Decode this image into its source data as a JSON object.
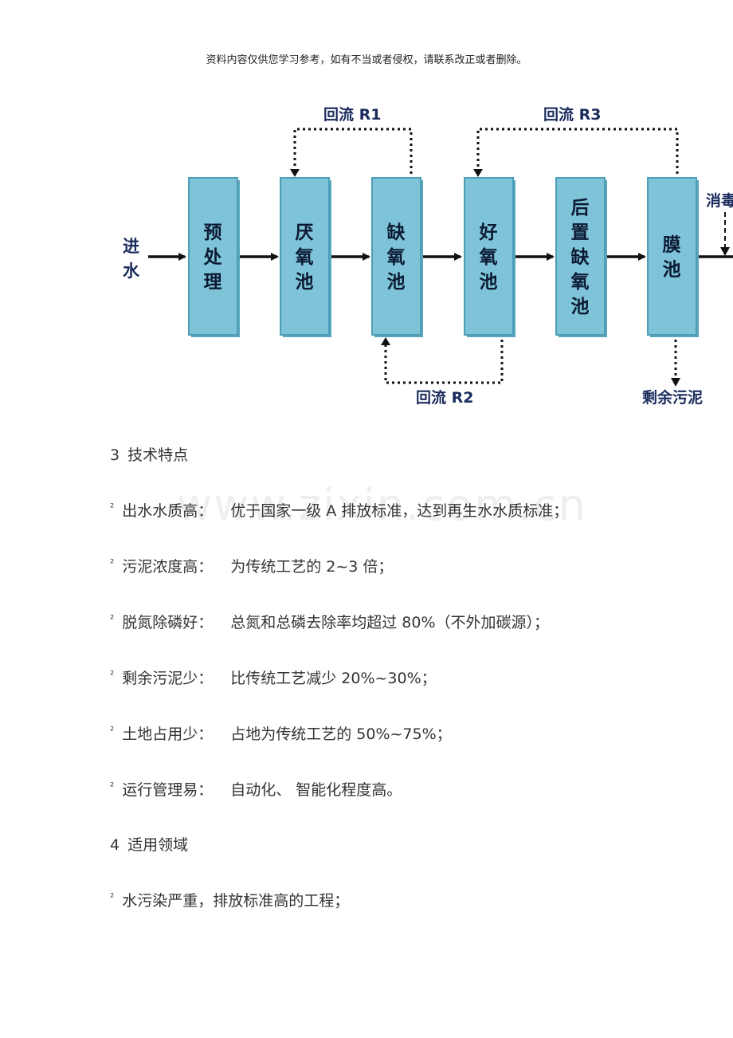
{
  "header_note": "资料内容仅供您学习参考，如有不当或者侵权，请联系改正或者删除。",
  "diagram": {
    "inlet": [
      "进",
      "水"
    ],
    "boxes": [
      [
        "预",
        "处",
        "理"
      ],
      [
        "厌",
        "氧",
        "池"
      ],
      [
        "缺",
        "氧",
        "池"
      ],
      [
        "好",
        "氧",
        "池"
      ],
      [
        "后",
        "置",
        "缺",
        "氧",
        "池"
      ],
      [
        "膜",
        "池"
      ]
    ],
    "recycle_r1": "回流 R1",
    "recycle_r2": "回流 R2",
    "recycle_r3": "回流 R3",
    "disinfection": "消毒",
    "excess_sludge": "剩余污泥"
  },
  "watermark": "www.zixin.com.cn",
  "section3": {
    "number": "3",
    "title": "技术特点",
    "items": [
      {
        "bullet": "²",
        "label": "出水水质高：",
        "text": "优于国家一级 A 排放标准，达到再生水水质标准；"
      },
      {
        "bullet": "²",
        "label": "污泥浓度高：",
        "text": "为传统工艺的 2~3 倍；"
      },
      {
        "bullet": "²",
        "label": "脱氮除磷好：",
        "text": "总氮和总磷去除率均超过 80%（不外加碳源）；"
      },
      {
        "bullet": "²",
        "label": "剩余污泥少：",
        "text": "比传统工艺减少 20%~30%；"
      },
      {
        "bullet": "²",
        "label": "土地占用少：",
        "text": "占地为传统工艺的 50%~75%；"
      },
      {
        "bullet": "²",
        "label": "运行管理易：",
        "text": "自动化、 智能化程度高。"
      }
    ]
  },
  "section4": {
    "number": "4",
    "title": "适用领域",
    "items": [
      {
        "bullet": "²",
        "text": "水污染严重，排放标准高的工程；"
      }
    ]
  }
}
